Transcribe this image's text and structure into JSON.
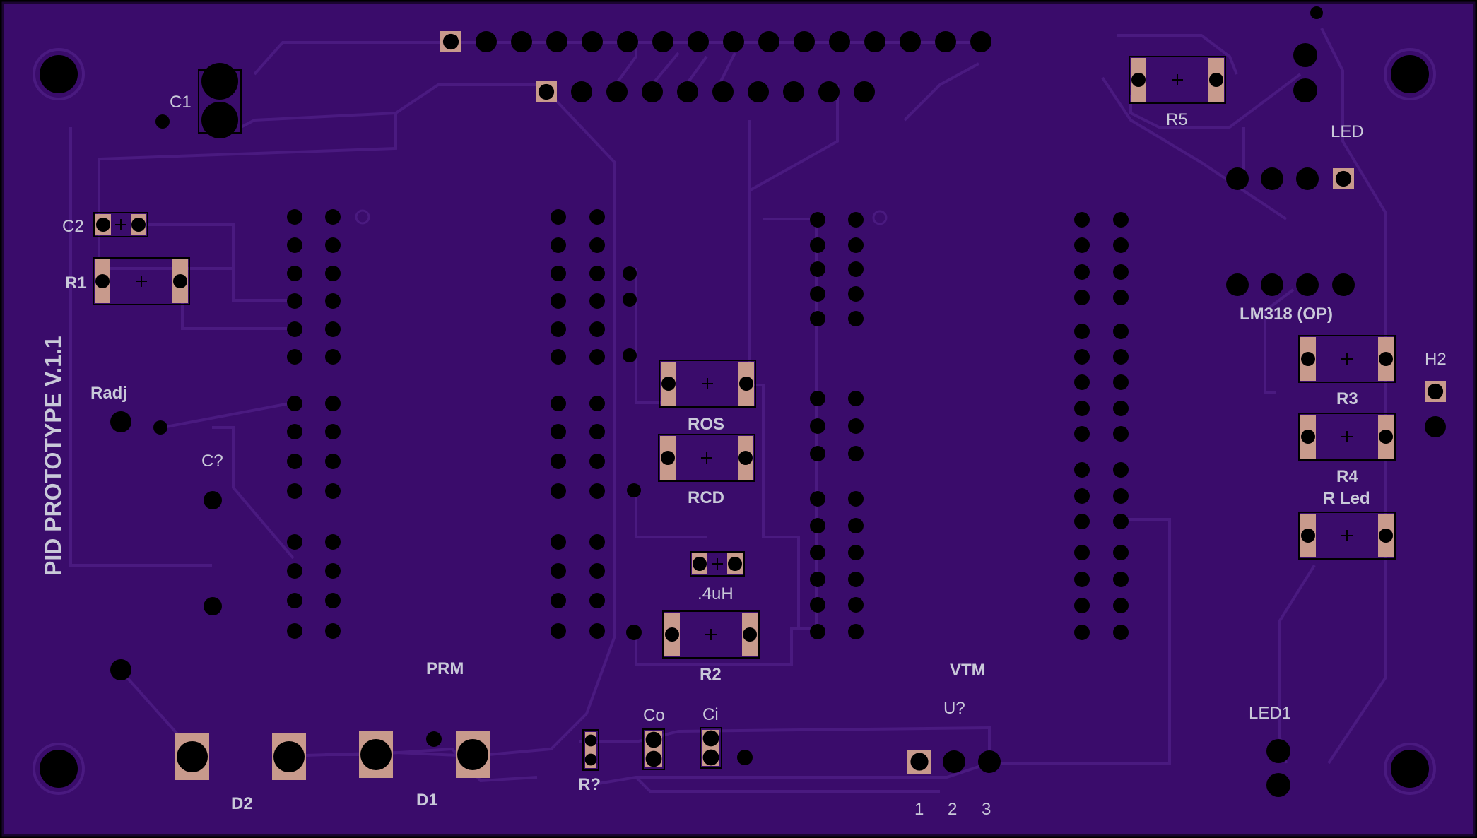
{
  "board": {
    "title": "PID PROTOTYPE V.1.1",
    "colors": {
      "substrate": "#3a0c6b",
      "trace": "#4a1a80",
      "silkscreen": "#c9c9d9",
      "hole": "#000000",
      "smd_pad": "#c89a8c"
    }
  },
  "labels": {
    "c1": "C1",
    "c2": "C2",
    "r1": "R1",
    "radj": "Radj",
    "c_unknown": "C?",
    "ros": "ROS",
    "rcd": "RCD",
    "inductor": ".4uH",
    "r2": "R2",
    "prm": "PRM",
    "vtm": "VTM",
    "u_unknown": "U?",
    "pin1": "1",
    "pin2": "2",
    "pin3": "3",
    "co": "Co",
    "ci": "Ci",
    "r_unknown": "R?",
    "d1": "D1",
    "d2": "D2",
    "r5": "R5",
    "led": "LED",
    "lm318": "LM318 (OP)",
    "r3": "R3",
    "r4": "R4",
    "r_led": "R Led",
    "h2": "H2",
    "led1": "LED1"
  }
}
